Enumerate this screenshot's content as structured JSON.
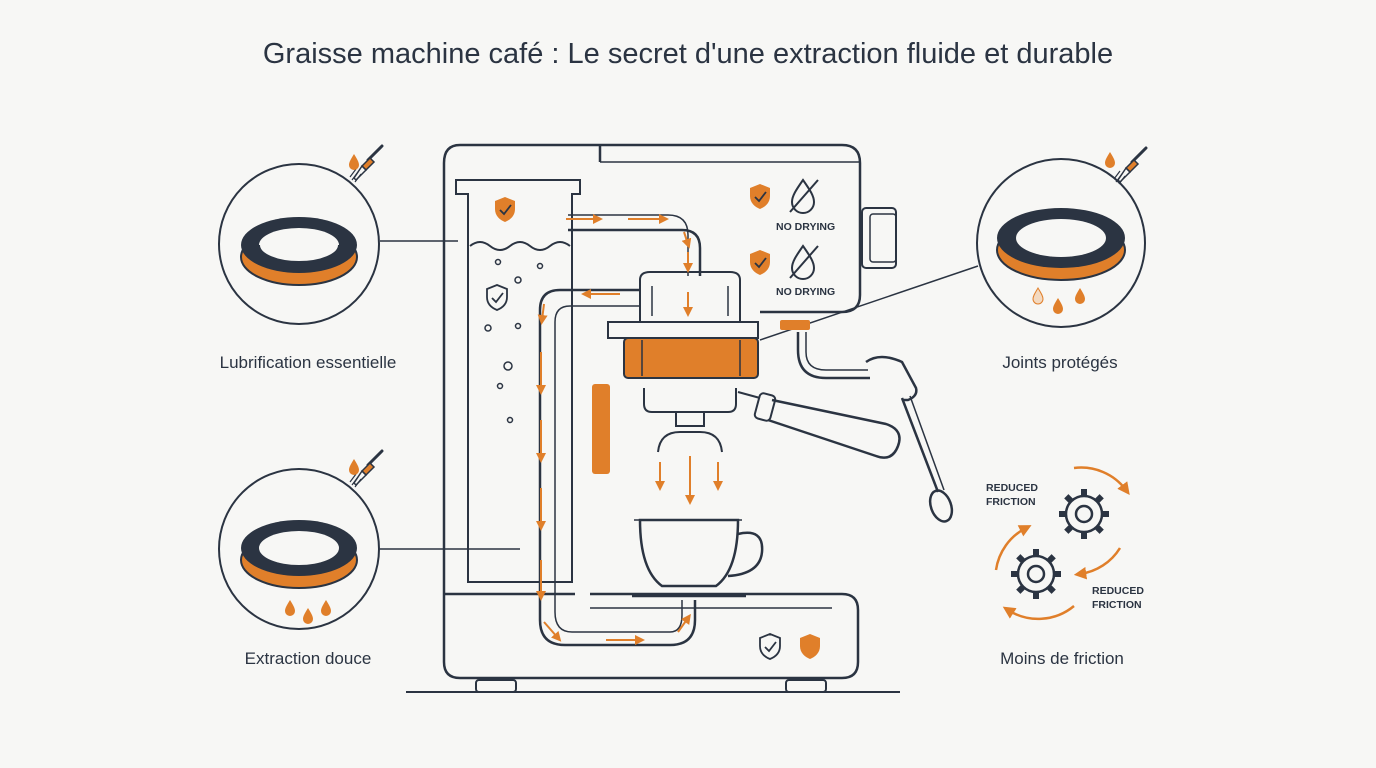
{
  "title": "Graisse machine café : Le secret d'une extraction fluide et durable",
  "captions": {
    "top_left": "Lubrification essentielle",
    "bottom_left": "Extraction douce",
    "top_right": "Joints protégés",
    "bottom_right": "Moins de friction"
  },
  "labels": {
    "no_drying_1": "NO DRYING",
    "no_drying_2": "NO DRYING",
    "reduced_friction_1": "REDUCED\nFRICTION",
    "reduced_friction_2": "REDUCED\nFRICTION"
  },
  "colors": {
    "ink": "#2b3442",
    "accent": "#e07f2a",
    "background": "#f7f7f5"
  },
  "icons": [
    "drop-icon",
    "brush-icon",
    "shield-check-icon",
    "no-drop-icon",
    "gear-icon",
    "coffee-cup-icon"
  ]
}
